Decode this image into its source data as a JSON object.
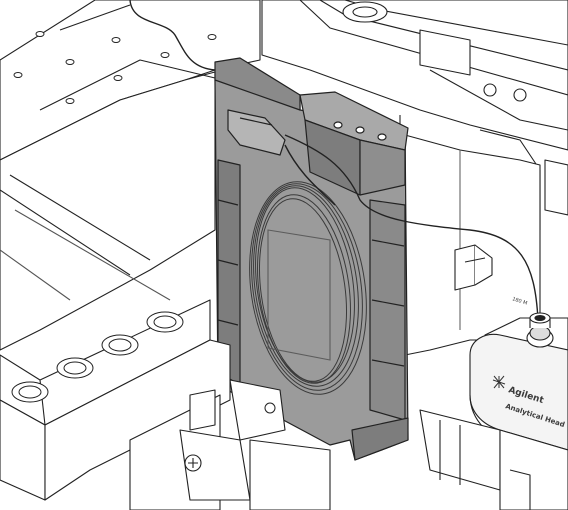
{
  "figure": {
    "labels": {
      "brand": "Agilent",
      "head": "Analytical Head",
      "capillary_tag": "180 M"
    },
    "colors": {
      "holder_fill": "#9b9b9b",
      "holder_shade": "#7d7d7d",
      "line": "#222222",
      "background": "#ffffff"
    }
  }
}
